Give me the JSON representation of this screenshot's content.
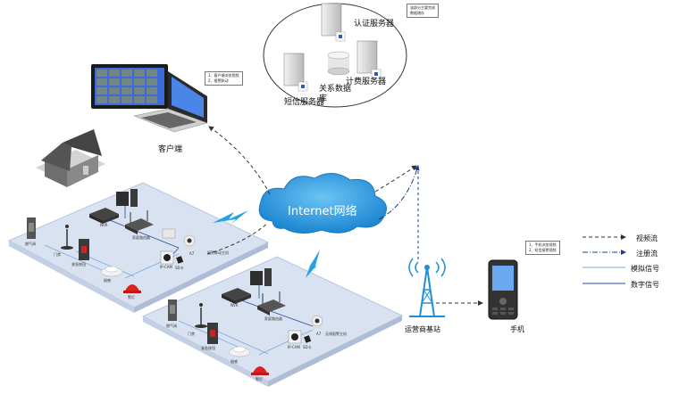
{
  "cloud": {
    "label": "Internet网络"
  },
  "client": {
    "label": "客户端",
    "note": [
      "1、客户端浏览视频",
      "2、报警联动"
    ]
  },
  "servers": {
    "auth": "认证服务器",
    "db": "关系数据库",
    "billing": "计费服务器",
    "sms": "短信服务器",
    "note": [
      "该部分主要完成",
      "数据储存"
    ]
  },
  "station": {
    "label": "运营商基站"
  },
  "phone": {
    "label": "手机",
    "note": [
      "1、手机浏览视频",
      "2、短信接警视频"
    ]
  },
  "site1": {
    "nvr": "NVR",
    "router": "家庭路由器",
    "wireless": "报警联动主机",
    "camera_a": "IP-CAM",
    "camera_b": "A7",
    "sd": "SD卡",
    "gas": "燃气阀",
    "smoke": "烟感",
    "alarm": "警灯",
    "intercom": "门禁",
    "emergency": "紧急按钮"
  },
  "site2": {
    "nvr": "NVR",
    "router": "家庭路由器",
    "wireless": "无线报警主机",
    "camera_a": "IP-CAM",
    "camera_b": "A7",
    "sd": "SD卡",
    "gas": "燃气阀",
    "smoke": "烟感",
    "alarm": "警灯",
    "intercom": "门禁",
    "emergency": "紧急按钮"
  },
  "legend": {
    "items": [
      {
        "label": "视频流",
        "style": "dashed-arrow",
        "color": "#333333"
      },
      {
        "label": "注册流",
        "style": "dashdot-arrow",
        "color": "#1a3d8f"
      },
      {
        "label": "模拟信号",
        "style": "solid",
        "color": "#7fa7d9"
      },
      {
        "label": "数字信号",
        "style": "solid",
        "color": "#1f4fa3"
      }
    ]
  },
  "colors": {
    "platform": "#d9e2f0",
    "platform_edge": "#b7c5dd",
    "cloud": "#2b9be0",
    "bolt": "#27a0e6",
    "tower": "#1e8fd6",
    "screen": "#3d6bd9"
  }
}
